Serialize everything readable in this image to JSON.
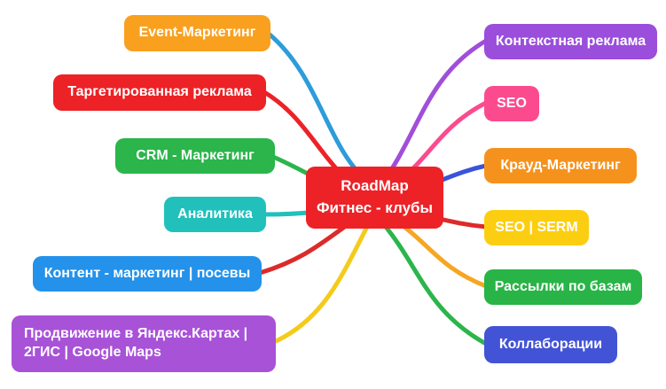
{
  "center": {
    "title_line1": "RoadMap",
    "title_line2": "Фитнес - клубы",
    "color": "#EC2227"
  },
  "nodes": {
    "left": [
      {
        "label": "Event-Маркетинг",
        "color": "#F9A01F"
      },
      {
        "label": "Таргетированная реклама",
        "color": "#EC2227"
      },
      {
        "label": "CRM - Маркетинг",
        "color": "#2BB54B"
      },
      {
        "label": "Аналитика",
        "color": "#21C0BB"
      },
      {
        "label": "Контент - маркетинг | посевы",
        "color": "#2492EA"
      },
      {
        "label_line1": "Продвижение в Яндекс.Картах |",
        "label_line2": "2ГИС | Google Maps",
        "color": "#A852D8"
      }
    ],
    "right": [
      {
        "label": "Контекстная реклама",
        "color": "#9A4EDB"
      },
      {
        "label": "SEO",
        "color": "#FB4B8E"
      },
      {
        "label": "Крауд-Маркетинг",
        "color": "#F5921E"
      },
      {
        "label": "SEO | SERM",
        "color": "#FCCE12"
      },
      {
        "label": "Рассылки по базам",
        "color": "#28B446"
      },
      {
        "label": "Коллаборации",
        "color": "#4353D6"
      }
    ]
  },
  "edges": {
    "left": [
      {
        "to": "Event-Маркетинг",
        "color": "#2D9CDB"
      },
      {
        "to": "Таргетированная реклама",
        "color": "#EC2227"
      },
      {
        "to": "CRM - Маркетинг",
        "color": "#2BB54B"
      },
      {
        "to": "Аналитика",
        "color": "#21C0BB"
      },
      {
        "to": "Контент - маркетинг | посевы",
        "color": "#DD2A2A"
      },
      {
        "to": "Продвижение в Яндекс.Картах | 2ГИС | Google Maps",
        "color": "#F4CB1C"
      }
    ],
    "right": [
      {
        "to": "Контекстная реклама",
        "color": "#A14EDB"
      },
      {
        "to": "SEO",
        "color": "#FB4B8E"
      },
      {
        "to": "Крауд-Маркетинг",
        "color": "#3A53D9"
      },
      {
        "to": "SEO | SERM",
        "color": "#DD2A2A"
      },
      {
        "to": "Рассылки по базам",
        "color": "#F5A623"
      },
      {
        "to": "Коллаборации",
        "color": "#2BB54B"
      }
    ]
  }
}
